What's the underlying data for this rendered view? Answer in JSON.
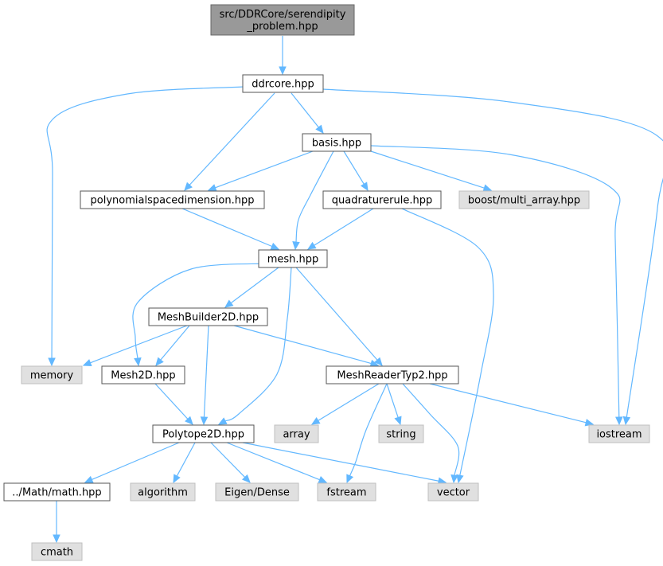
{
  "graph": {
    "colors": {
      "edge": "#63b8ff",
      "root_fill": "#999999",
      "root_stroke": "#666666",
      "doc_fill": "#ffffff",
      "doc_stroke": "#555555",
      "ext_fill": "#e0e0e0",
      "ext_stroke": "#bfbfbf"
    },
    "nodes": [
      {
        "id": "serendipity",
        "lines": [
          "src/DDRCore/serendipity",
          "_problem.hpp"
        ],
        "kind": "root"
      },
      {
        "id": "ddrcore",
        "lines": [
          "ddrcore.hpp"
        ],
        "kind": "doc"
      },
      {
        "id": "basis",
        "lines": [
          "basis.hpp"
        ],
        "kind": "doc"
      },
      {
        "id": "polyspace",
        "lines": [
          "polynomialspacedimension.hpp"
        ],
        "kind": "doc"
      },
      {
        "id": "quadrule",
        "lines": [
          "quadraturerule.hpp"
        ],
        "kind": "doc"
      },
      {
        "id": "boostma",
        "lines": [
          "boost/multi_array.hpp"
        ],
        "kind": "ext"
      },
      {
        "id": "mesh",
        "lines": [
          "mesh.hpp"
        ],
        "kind": "doc"
      },
      {
        "id": "meshbuilder",
        "lines": [
          "MeshBuilder2D.hpp"
        ],
        "kind": "doc"
      },
      {
        "id": "memory",
        "lines": [
          "memory"
        ],
        "kind": "ext"
      },
      {
        "id": "mesh2d",
        "lines": [
          "Mesh2D.hpp"
        ],
        "kind": "doc"
      },
      {
        "id": "meshreader",
        "lines": [
          "MeshReaderTyp2.hpp"
        ],
        "kind": "doc"
      },
      {
        "id": "polytope",
        "lines": [
          "Polytope2D.hpp"
        ],
        "kind": "doc"
      },
      {
        "id": "array",
        "lines": [
          "array"
        ],
        "kind": "ext"
      },
      {
        "id": "string",
        "lines": [
          "string"
        ],
        "kind": "ext"
      },
      {
        "id": "iostream",
        "lines": [
          "iostream"
        ],
        "kind": "ext"
      },
      {
        "id": "mathhpp",
        "lines": [
          "../Math/math.hpp"
        ],
        "kind": "doc"
      },
      {
        "id": "algorithm",
        "lines": [
          "algorithm"
        ],
        "kind": "ext"
      },
      {
        "id": "eigen",
        "lines": [
          "Eigen/Dense"
        ],
        "kind": "ext"
      },
      {
        "id": "fstream",
        "lines": [
          "fstream"
        ],
        "kind": "ext"
      },
      {
        "id": "vector",
        "lines": [
          "vector"
        ],
        "kind": "ext"
      },
      {
        "id": "cmath",
        "lines": [
          "cmath"
        ],
        "kind": "ext"
      }
    ],
    "edges": [
      {
        "from": "serendipity",
        "to": "ddrcore"
      },
      {
        "from": "ddrcore",
        "to": "basis"
      },
      {
        "from": "ddrcore",
        "to": "polyspace"
      },
      {
        "from": "ddrcore",
        "to": "memory"
      },
      {
        "from": "ddrcore",
        "to": "iostream"
      },
      {
        "from": "basis",
        "to": "polyspace"
      },
      {
        "from": "basis",
        "to": "quadrule"
      },
      {
        "from": "basis",
        "to": "boostma"
      },
      {
        "from": "basis",
        "to": "mesh"
      },
      {
        "from": "basis",
        "to": "iostream"
      },
      {
        "from": "polyspace",
        "to": "mesh"
      },
      {
        "from": "quadrule",
        "to": "mesh"
      },
      {
        "from": "quadrule",
        "to": "vector"
      },
      {
        "from": "mesh",
        "to": "meshbuilder"
      },
      {
        "from": "mesh",
        "to": "mesh2d"
      },
      {
        "from": "mesh",
        "to": "meshreader"
      },
      {
        "from": "mesh",
        "to": "polytope"
      },
      {
        "from": "meshbuilder",
        "to": "memory"
      },
      {
        "from": "meshbuilder",
        "to": "mesh2d"
      },
      {
        "from": "meshbuilder",
        "to": "meshreader"
      },
      {
        "from": "meshbuilder",
        "to": "polytope"
      },
      {
        "from": "mesh2d",
        "to": "polytope"
      },
      {
        "from": "meshreader",
        "to": "array"
      },
      {
        "from": "meshreader",
        "to": "string"
      },
      {
        "from": "meshreader",
        "to": "iostream"
      },
      {
        "from": "meshreader",
        "to": "fstream"
      },
      {
        "from": "meshreader",
        "to": "vector"
      },
      {
        "from": "polytope",
        "to": "mathhpp"
      },
      {
        "from": "polytope",
        "to": "algorithm"
      },
      {
        "from": "polytope",
        "to": "eigen"
      },
      {
        "from": "polytope",
        "to": "fstream"
      },
      {
        "from": "polytope",
        "to": "vector"
      },
      {
        "from": "mathhpp",
        "to": "cmath"
      }
    ]
  }
}
